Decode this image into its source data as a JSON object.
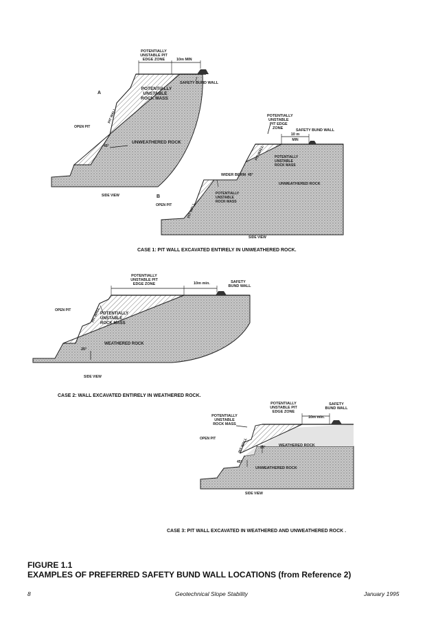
{
  "case1": {
    "diagram_a": {
      "letter": "A",
      "edge_zone_lines": [
        "POTENTIALLY",
        "UNSTABLE PIT",
        "EDGE ZONE"
      ],
      "distance": "10m MIN",
      "bund": "SAFETY BUND WALL",
      "mass_lines": [
        "POTENTIALLY",
        "UNSTABLE",
        "ROCK MASS"
      ],
      "open_pit": "OPEN PIT",
      "pit_wall": "PIT WALL",
      "angle": "45°",
      "rock": "UNWEATHERED ROCK",
      "side_view": "SIDE VIEW"
    },
    "diagram_b": {
      "letter": "B",
      "edge_zone_lines": [
        "POTENTIALLY",
        "UNSTABLE",
        "PIT EDGE",
        "ZONE"
      ],
      "distance_lines": [
        "10 m",
        "MIN"
      ],
      "bund": "SAFETY BUND WALL",
      "pit_wall": "PIT WALL",
      "mass_lines": [
        "POTENTIALLY",
        "UNSTABLE",
        "ROCK MASS"
      ],
      "angle": "45°",
      "berm": "WIDER BERM",
      "rock": "UNWEATHERED ROCK",
      "mass2_lines": [
        "POTENTIALLY",
        "UNSTABLE",
        "ROCK MASS"
      ],
      "open_pit": "OPEN PIT",
      "side_view": "SIDE VIEW"
    },
    "caption": "CASE 1: PIT WALL EXCAVATED ENTIRELY IN UNWEATHERED ROCK."
  },
  "case2": {
    "edge_zone_lines": [
      "POTENTIALLY",
      "UNSTABLE PIT",
      "EDGE ZONE"
    ],
    "distance": "10m min.",
    "bund_lines": [
      "SAFETY",
      "BUND WALL"
    ],
    "open_pit": "OPEN PIT",
    "pit_wall": "PIT WALL",
    "mass_lines": [
      "POTENTIALLY",
      "UNSTABLE",
      "ROCK MASS"
    ],
    "rock": "WEATHERED ROCK",
    "angle": "25°",
    "side_view": "SIDE VIEW",
    "caption": "CASE 2: WALL EXCAVATED ENTIRELY IN WEATHERED ROCK."
  },
  "case3": {
    "edge_zone_lines": [
      "POTENTIALLY",
      "UNSTABLE PIT",
      "EDGE ZONE"
    ],
    "bund_lines": [
      "SAFETY",
      "BUND WALL"
    ],
    "distance": "10m min.",
    "mass_lines": [
      "POTENTIALLY",
      "UNSTABLE",
      "ROCK MASS"
    ],
    "open_pit": "OPEN PIT",
    "pit_wall": "PIT WALL",
    "angle1": "25°",
    "weathered": "WEATHERED ROCK",
    "angle2": "45°",
    "unweathered": "UNWEATHERED ROCK",
    "side_view": "SIDE VIEW",
    "caption": "CASE 3: PIT WALL EXCAVATED IN WEATHERED AND UNWEATHERED ROCK ."
  },
  "figure": {
    "number": "FIGURE 1.1",
    "title": "EXAMPLES OF PREFERRED SAFETY BUND WALL LOCATIONS (from Reference 2)"
  },
  "footer": {
    "page": "8",
    "center": "Geotechnical Slope Stability",
    "date": "January 1995"
  }
}
